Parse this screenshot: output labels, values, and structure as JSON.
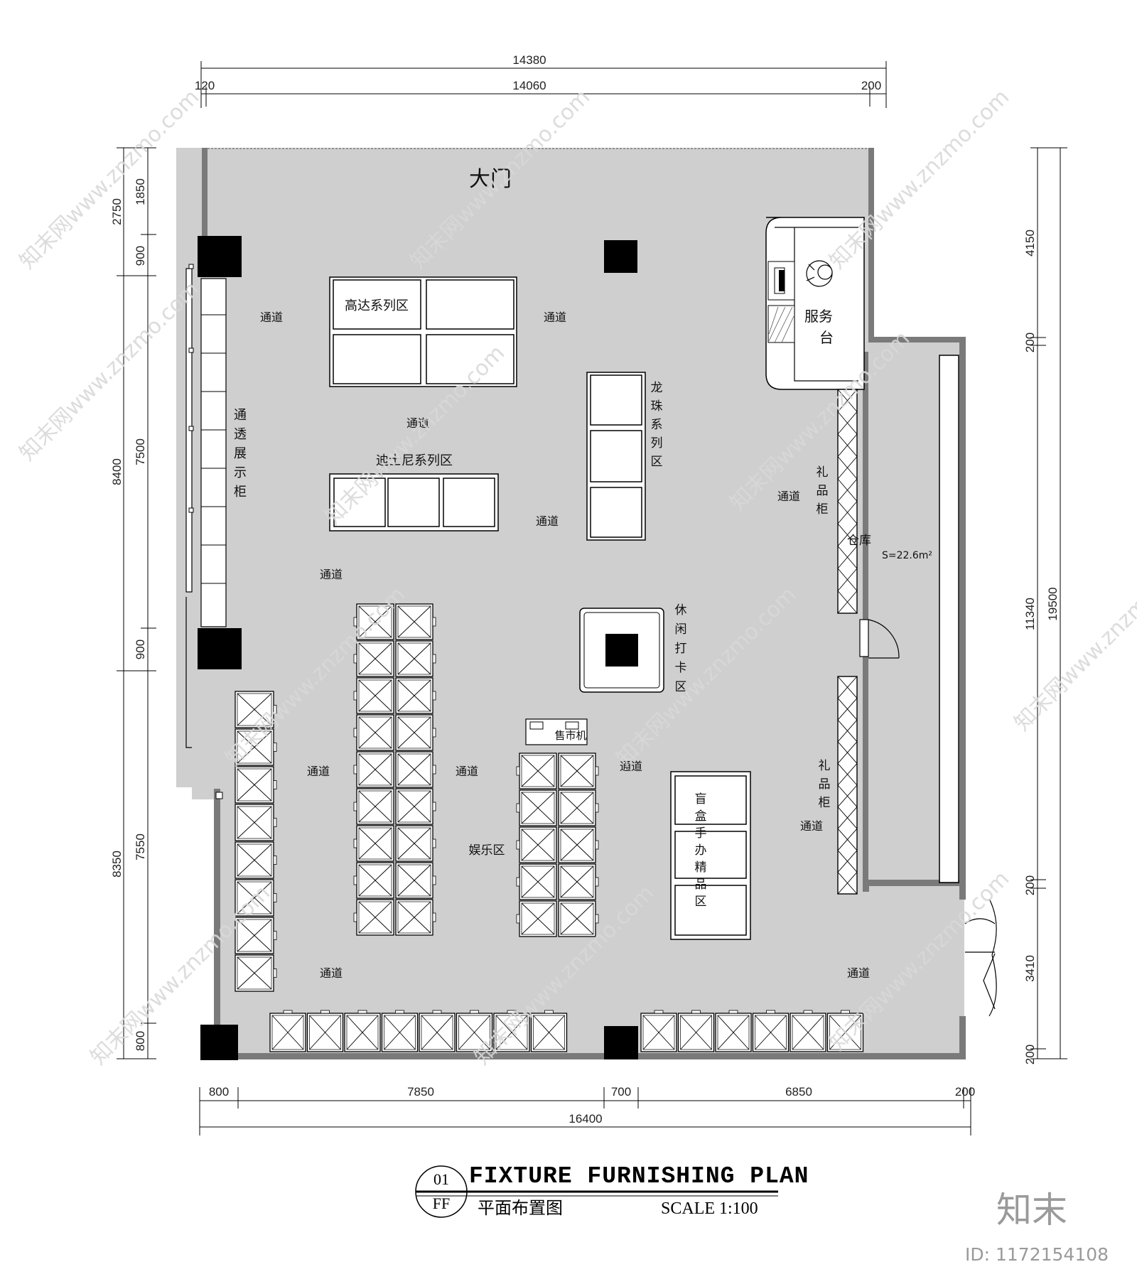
{
  "dimensions": {
    "top_total": "14380",
    "top_left": "120",
    "top_mid": "14060",
    "top_right": "200",
    "left_1850": "1850",
    "left_900a": "900",
    "left_7500": "7500",
    "left_900b": "900",
    "left_7550": "7550",
    "left_800": "800",
    "left_2750": "2750",
    "left_8400": "8400",
    "left_8350": "8350",
    "right_4150": "4150",
    "right_200a": "200",
    "right_11340": "11340",
    "right_200b": "200",
    "right_3410": "3410",
    "right_200c": "200",
    "right_19500": "19500",
    "bottom_800": "800",
    "bottom_7850": "7850",
    "bottom_700": "700",
    "bottom_6850": "6850",
    "bottom_200": "200",
    "bottom_total": "16400"
  },
  "zones": {
    "entrance": "大门",
    "gundam": "高达系列区",
    "disney": "迪士尼系列区",
    "dragonball": "龙珠系列区",
    "showcase": "通透展示柜",
    "service": "服务台",
    "gift_a": "礼品柜",
    "gift_b": "礼品柜",
    "warehouse": "仓库",
    "warehouse_area": "S=22.6m²",
    "checkin": "休闲打卡区",
    "vending": "售市机",
    "entertainment": "娱乐区",
    "blindbox": "盲盒手办精品区",
    "aisle": "通道"
  },
  "title": {
    "number": "01",
    "code": "FF",
    "english": "FIXTURE FURNISHING PLAN",
    "chinese": "平面布置图",
    "scale": "SCALE 1:100"
  },
  "watermark": {
    "url": "www.znzmo.com",
    "brand_small": "知末网",
    "brand": "知末",
    "id": "ID: 1172154108"
  },
  "colors": {
    "floor": "#cfcfcf",
    "wall": "#7a7a7a",
    "column": "#000000",
    "fixture": "#ffffff",
    "line": "#000000"
  }
}
